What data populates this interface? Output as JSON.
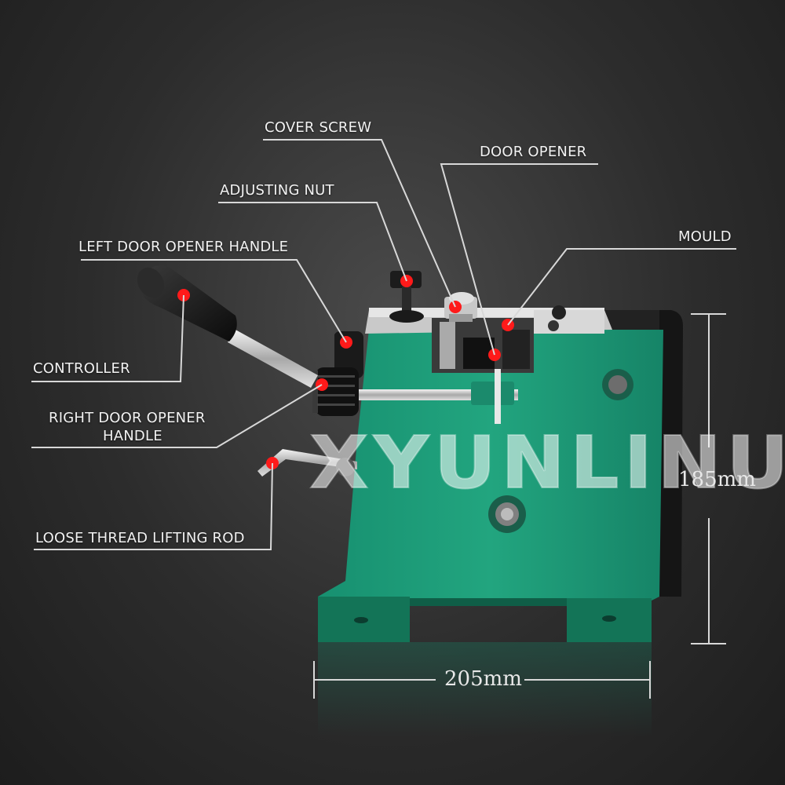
{
  "labels": {
    "cover_screw": "COVER SCREW",
    "door_opener": "DOOR OPENER",
    "adjusting_nut": "ADJUSTING NUT",
    "mould": "MOULD",
    "left_door_opener_handle": "LEFT DOOR OPENER HANDLE",
    "controller": "CONTROLLER",
    "right_door_opener_handle_line1": "RIGHT DOOR OPENER",
    "right_door_opener_handle_line2": "HANDLE",
    "loose_thread_lifting_rod": "LOOSE THREAD LIFTING ROD"
  },
  "dimensions": {
    "height": "185mm",
    "width": "205mm"
  },
  "watermark": "XYUNLINU",
  "colors": {
    "background": "#2c2c2c",
    "machine_green": "#1f9a78",
    "machine_green_dark": "#137457",
    "marker_red": "#ff1a1a",
    "leader_line": "#d8d8d8",
    "text": "#f2f2f2"
  }
}
